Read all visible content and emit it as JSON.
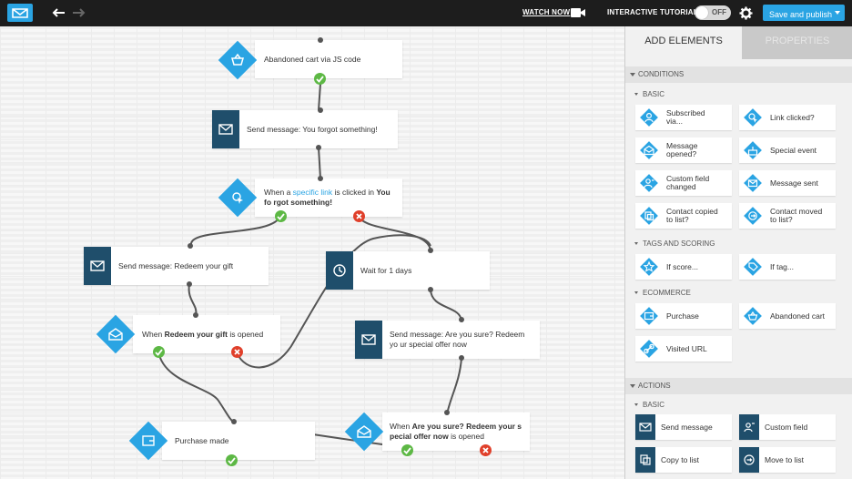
{
  "topbar": {
    "watch_label": "WATCH NOW",
    "tutorial_label": "INTERACTIVE TUTORIAL",
    "toggle_label": "OFF",
    "save_label": "Save and publish"
  },
  "nodes": {
    "abandoned": "Abandoned cart via JS code",
    "forgot": "Send message: You forgot something!",
    "link_pre": "When a ",
    "link_link": "specific link",
    "link_mid": " is clicked in ",
    "link_bold": "You fo rgot something!",
    "redeem": "Send message: Redeem your gift",
    "wait": "Wait for 1 days",
    "opened_pre": "When ",
    "opened_bold": "Redeem your gift",
    "opened_post": " is opened",
    "sure": "Send message: Are you sure? Redeem yo ur special offer now",
    "purchase": "Purchase made",
    "sure_opened_pre": "When ",
    "sure_opened_bold": "Are you sure? Redeem your s pecial offer now",
    "sure_opened_post": " is opened"
  },
  "panel": {
    "tab_add": "ADD ELEMENTS",
    "tab_props": "PROPERTIES",
    "conditions": "CONDITIONS",
    "basic": "BASIC",
    "tags_scoring": "TAGS AND SCORING",
    "ecommerce": "ECOMMERCE",
    "actions": "ACTIONS",
    "actions_basic": "BASIC",
    "cond_basic": [
      "Subscribed via...",
      "Link clicked?",
      "Message opened?",
      "Special event",
      "Custom field changed",
      "Message sent",
      "Contact copied to list?",
      "Contact moved to list?"
    ],
    "tags": [
      "If score...",
      "If tag..."
    ],
    "ecom": [
      "Purchase",
      "Abandoned cart",
      "Visited URL"
    ],
    "actions_items": [
      "Send message",
      "Custom field",
      "Copy to list",
      "Move to list"
    ]
  },
  "colors": {
    "accent": "#2aa4e3",
    "dark_square": "#1f4e6b",
    "success": "#5db845",
    "failure": "#e0402b"
  }
}
